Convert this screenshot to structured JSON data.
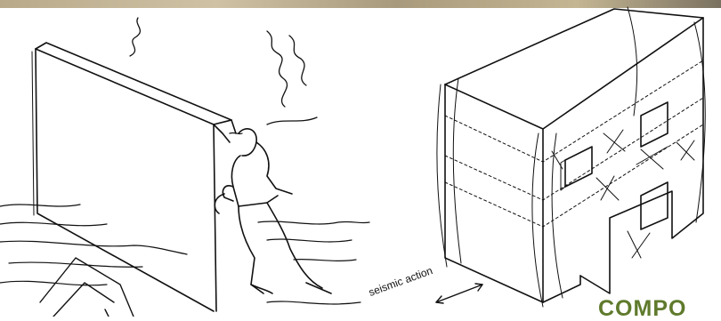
{
  "figure": {
    "seismic_label": "seismic action",
    "corner_text": "COMPO",
    "colors": {
      "ink": "#111111",
      "accent_green": "#5f7a2c",
      "strip": "#b8a98a"
    },
    "icons": [
      "man-pushing-wall-illustration",
      "two-storey-masonry-building-illustration",
      "double-arrow-icon"
    ]
  }
}
